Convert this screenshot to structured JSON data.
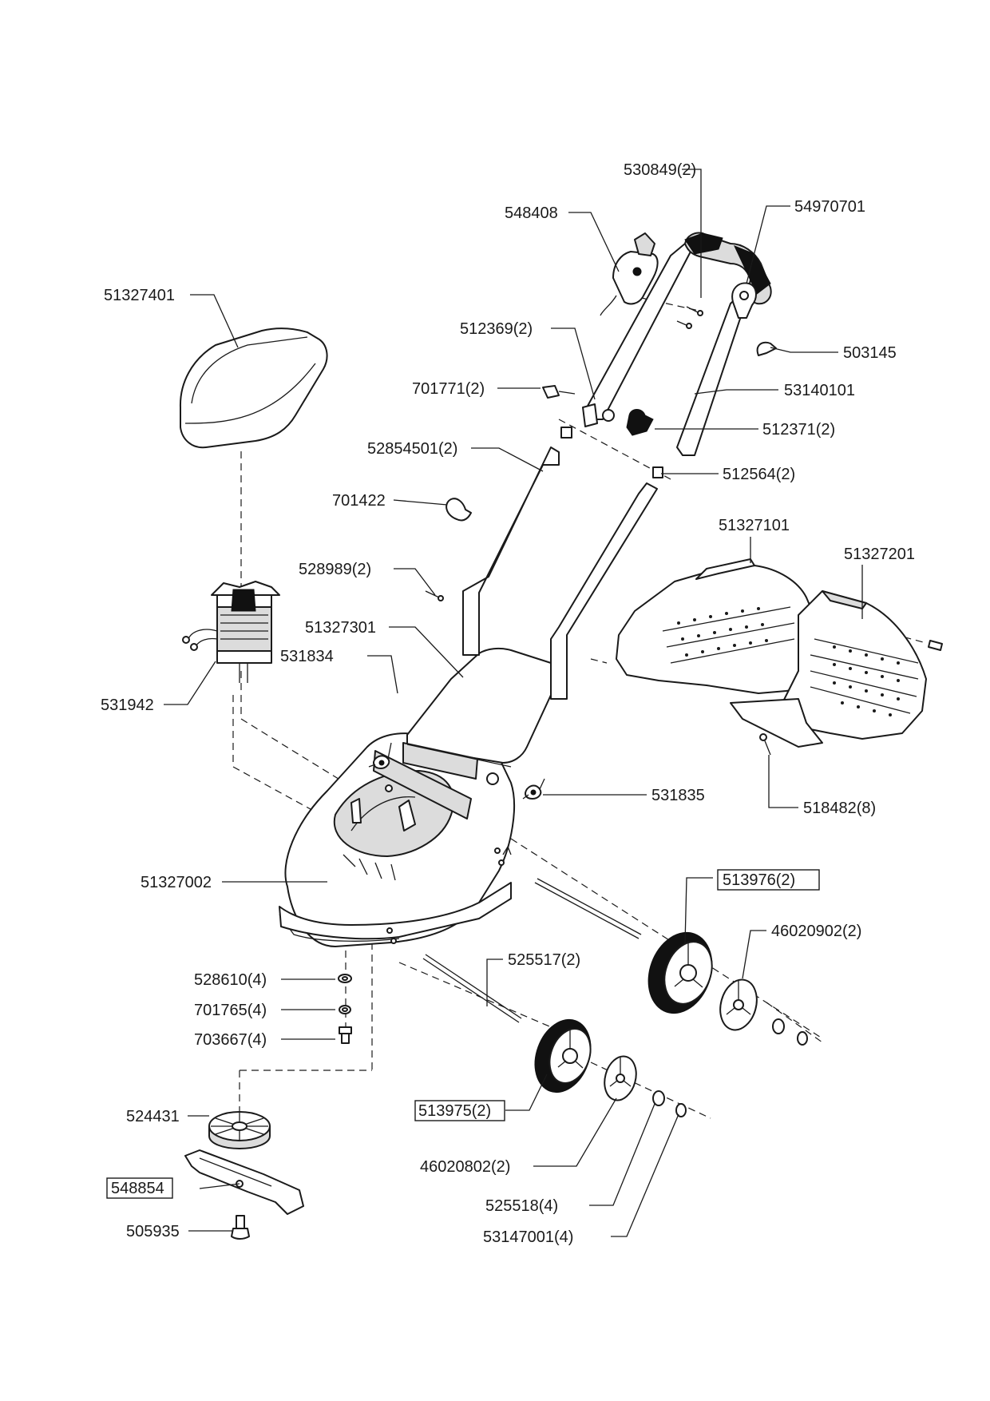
{
  "diagram": {
    "callouts": [
      {
        "id": "c01",
        "text": "530849(2)"
      },
      {
        "id": "c02",
        "text": "548408"
      },
      {
        "id": "c03",
        "text": "54970701"
      },
      {
        "id": "c04",
        "text": "51327401"
      },
      {
        "id": "c05",
        "text": "512369(2)"
      },
      {
        "id": "c06",
        "text": "503145"
      },
      {
        "id": "c07",
        "text": "701771(2)"
      },
      {
        "id": "c08",
        "text": "53140101"
      },
      {
        "id": "c09",
        "text": "512371(2)"
      },
      {
        "id": "c10",
        "text": "52854501(2)"
      },
      {
        "id": "c11",
        "text": "512564(2)"
      },
      {
        "id": "c12",
        "text": "701422"
      },
      {
        "id": "c13",
        "text": "51327101"
      },
      {
        "id": "c14",
        "text": "51327201"
      },
      {
        "id": "c15",
        "text": "528989(2)"
      },
      {
        "id": "c16",
        "text": "51327301"
      },
      {
        "id": "c17",
        "text": "531834"
      },
      {
        "id": "c18",
        "text": "531942"
      },
      {
        "id": "c19",
        "text": "531835"
      },
      {
        "id": "c20",
        "text": "518482(8)"
      },
      {
        "id": "c21",
        "text": "51327002"
      },
      {
        "id": "c22",
        "text": "513976(2)",
        "boxed": true
      },
      {
        "id": "c23",
        "text": "46020902(2)"
      },
      {
        "id": "c24",
        "text": "525517(2)"
      },
      {
        "id": "c25",
        "text": "528610(4)"
      },
      {
        "id": "c26",
        "text": "701765(4)"
      },
      {
        "id": "c27",
        "text": "703667(4)"
      },
      {
        "id": "c28",
        "text": "524431"
      },
      {
        "id": "c29",
        "text": "513975(2)",
        "boxed": true
      },
      {
        "id": "c30",
        "text": "548854",
        "boxed": true
      },
      {
        "id": "c31",
        "text": "46020802(2)"
      },
      {
        "id": "c32",
        "text": "525518(4)"
      },
      {
        "id": "c33",
        "text": "505935"
      },
      {
        "id": "c34",
        "text": "53147001(4)"
      }
    ]
  }
}
